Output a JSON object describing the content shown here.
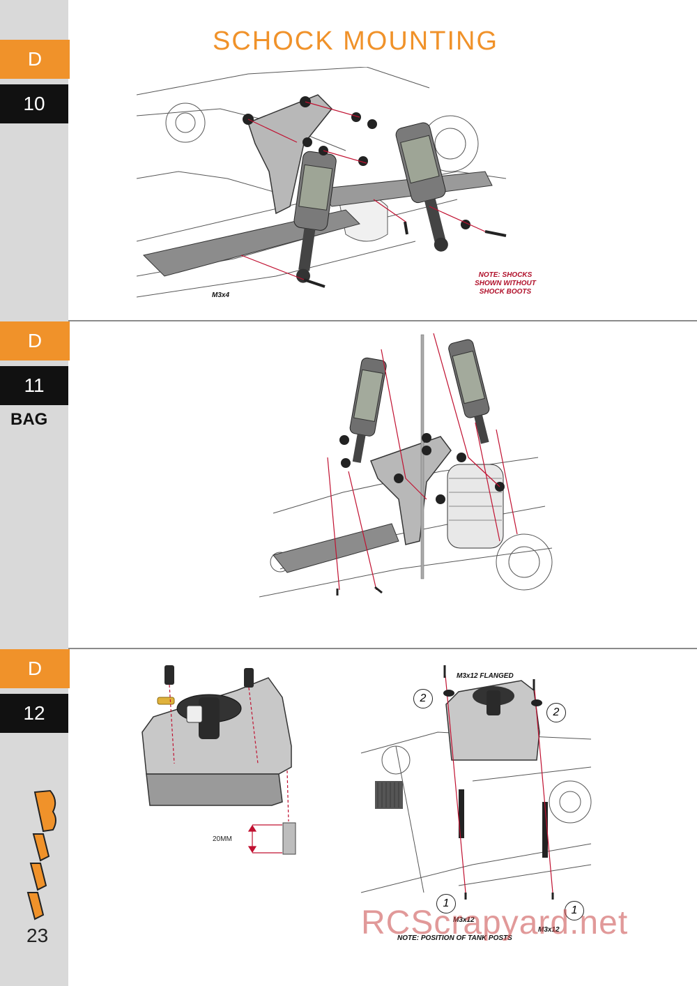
{
  "page": {
    "title": "SCHOCK  MOUNTING",
    "page_number": "23"
  },
  "steps": [
    {
      "letter": "D",
      "number": "10"
    },
    {
      "letter": "D",
      "number": "11",
      "bag_label": "BAG"
    },
    {
      "letter": "D",
      "number": "12"
    }
  ],
  "step10": {
    "screw_label": "M3x4",
    "note": [
      "NOTE: SHOCKS",
      "SHOWN WITHOUT",
      "SHOCK BOOTS"
    ]
  },
  "step12": {
    "dimension_label": "20MM",
    "top_screw_label": "M3x12 FLANGED",
    "bottom_screw_left": "M3x12",
    "bottom_screw_right": "M3x12",
    "callout_2": "2",
    "callout_1": "1",
    "note": "NOTE: POSITION OF TANK POSTS"
  },
  "watermark": "RCScrapyard.net",
  "colors": {
    "accent": "#f0922a",
    "dark": "#111111",
    "note_red": "#b0102a",
    "sidebar": "#d9d9d9"
  }
}
